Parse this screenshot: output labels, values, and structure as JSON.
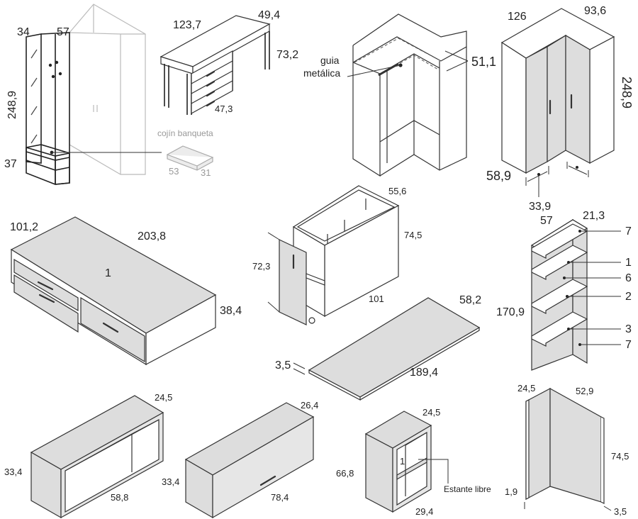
{
  "corner_wardrobe_small": {
    "w": "34",
    "d": "57",
    "h": "248,9",
    "bench_h": "37"
  },
  "bench_cushion": {
    "label": "cojín banqueta",
    "w": "53",
    "d": "31"
  },
  "desk_drawers": {
    "w": "123,7",
    "d": "49,4",
    "h": "73,2",
    "drawer_w": "47,3"
  },
  "corner_interior": {
    "label": "guia metálica",
    "depth": "51,1"
  },
  "corner_wardrobe": {
    "w1": "126",
    "w2": "93,6",
    "h": "248,9",
    "d1": "58,9",
    "d2": "33,9"
  },
  "bed_drawers": {
    "d": "101,2",
    "w": "203,8",
    "h": "38,4",
    "ref": "1"
  },
  "pullout_desk": {
    "w": "55,6",
    "h": "74,5",
    "h_front": "72,3",
    "l": "101"
  },
  "bookcase": {
    "w": "57",
    "d": "21,3",
    "h": "170,9",
    "refs": [
      "7",
      "1",
      "6",
      "2",
      "3",
      "7"
    ]
  },
  "tabletop": {
    "w": "58,2",
    "l": "189,4",
    "t": "3,5"
  },
  "open_shelf": {
    "d": "24,5",
    "h": "33,4",
    "w": "58,8"
  },
  "flap_unit": {
    "d": "26,4",
    "h": "33,4",
    "w": "78,4"
  },
  "small_shelf": {
    "d": "24,5",
    "h": "66,8",
    "w": "29,4",
    "ref": "1",
    "label": "Estante libre"
  },
  "corner_panel": {
    "w1": "24,5",
    "w2": "52,9",
    "h": "74,5",
    "t1": "1,9",
    "t2": "3,5"
  }
}
